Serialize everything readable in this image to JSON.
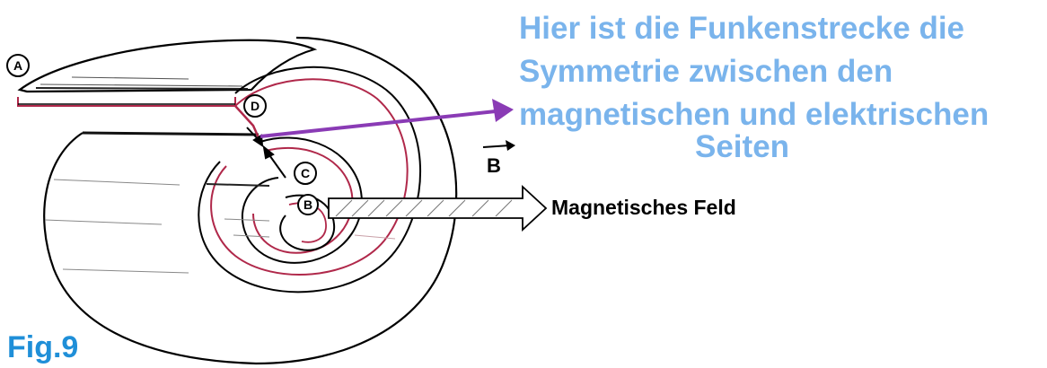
{
  "caption": {
    "line1": "Hier ist die Funkenstrecke die",
    "line2": "Symmetrie zwischen den",
    "line3": "magnetischen und elektrischen",
    "line4": "Seiten"
  },
  "field_label": "Magnetisches Feld",
  "vector_label": "B",
  "figure_label": "Fig.9",
  "points": {
    "a": "A",
    "b": "B",
    "c": "C",
    "d": "D"
  },
  "colors": {
    "caption": "#7ab4ec",
    "figure_label": "#1f8fd8",
    "spiral": "#b0284a",
    "arrow": "#8a3bb5",
    "ink": "#000000"
  },
  "icons": {
    "field_arrow": "hatched-arrow-icon",
    "pointer": "purple-arrow-icon",
    "vector": "vector-arrow-icon"
  }
}
